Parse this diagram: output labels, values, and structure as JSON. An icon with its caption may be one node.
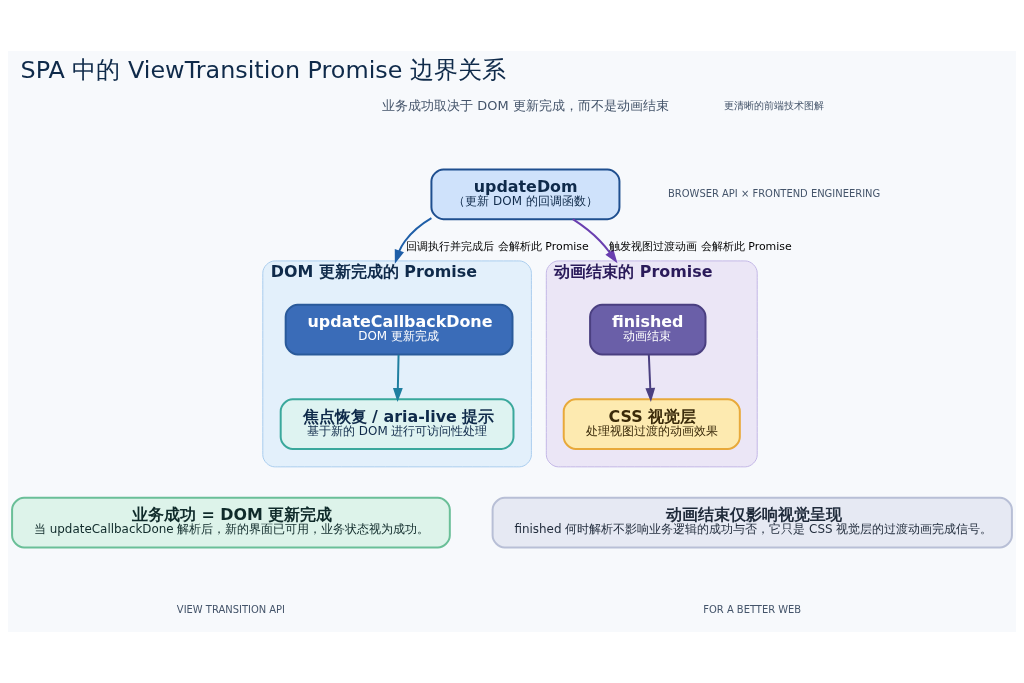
{
  "diagram": {
    "title": "SPA 中的 ViewTransition Promise 边界关系",
    "nodes": [
      {
        "text": [
          "updateDom",
          "（更新 DOM 的回调函数）"
        ]
      },
      {
        "text": [
          "DOM 更新完成的 Promise"
        ]
      },
      {
        "text": [
          "updateCallbackDone",
          "DOM 更新完成"
        ],
        "in": 1
      },
      {
        "text": [
          "焦点恢复 / aria-live 提示",
          "基于新的 DOM 进行可访问性处理"
        ],
        "in": 1
      },
      {
        "text": [
          "动画结束的 Promise"
        ]
      },
      {
        "text": [
          "finished",
          "动画结束"
        ],
        "in": 4
      },
      {
        "text": [
          "CSS 视觉层",
          "处理视图过渡的动画效果"
        ],
        "in": 4
      },
      {
        "text": [
          "业务成功 = DOM 更新完成",
          "当 updateCallbackDone 解析后，新的界面已可用，业务状态视为成功。"
        ]
      },
      {
        "text": [
          "动画结束仅影响视觉呈现",
          "finished 何时解析不影响业务逻辑的成功与否，它只是 CSS 视觉层的过渡动画完成信号。"
        ]
      }
    ],
    "edges": [
      {
        "from": 0,
        "to": 1,
        "arrow": "to",
        "label": "回调执行并完成后 会解析此 Promise",
        "color": "#1f5fa8"
      },
      {
        "from": 0,
        "to": 4,
        "arrow": "to",
        "label": "触发视图过渡动画 会解析此 Promise",
        "color": "#6a3fb0"
      },
      {
        "from": 2,
        "to": 3,
        "arrow": "to",
        "color": "#1f7fa0"
      },
      {
        "from": 5,
        "to": 6,
        "arrow": "to",
        "color": "#4a3f80"
      }
    ],
    "labels": [
      "业务成功取决于 DOM 更新完成，而不是动画结束",
      "更清晰的前端技术图解",
      "BROWSER API × FRONTEND ENGINEERING",
      "VIEW TRANSITION API",
      "FOR A BETTER WEB"
    ]
  }
}
